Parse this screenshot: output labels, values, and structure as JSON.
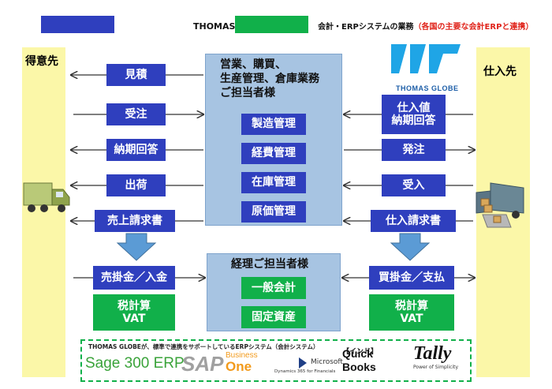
{
  "legend": {
    "thomas": "THOMAS GLOBE の業務",
    "erp": "会計・ERPシステムの業務",
    "erp_note": "（各国の主要な会計ERPと連携）",
    "thomas_color": "#2f3fbe",
    "erp_color": "#11b04a"
  },
  "customer": "得意先",
  "supplier": "仕入先",
  "logo": "THOMAS GLOBE",
  "center_top": {
    "title_lines": [
      "営業、購買、",
      "生産管理、倉庫業務",
      "ご担当者様"
    ],
    "modules": [
      "製造管理",
      "経費管理",
      "在庫管理",
      "原価管理"
    ]
  },
  "center_bottom": {
    "title": "経理ご担当者様",
    "modules": [
      "一般会計",
      "固定資産"
    ]
  },
  "left_flow": [
    "見積",
    "受注",
    "納期回答",
    "出荷",
    "売上請求書"
  ],
  "left_bottom": {
    "ar": "売掛金／入金",
    "tax": [
      "税計算",
      "VAT"
    ]
  },
  "right_flow": [
    [
      "仕入値",
      "納期回答"
    ],
    "発注",
    "受入",
    "仕入請求書"
  ],
  "right_bottom": {
    "ap": "買掛金／支払",
    "tax": [
      "税計算",
      "VAT"
    ]
  },
  "erp_box": {
    "caption": "THOMAS GLOBEが、標準で連携をサポートしているERPシステム（会計システム）",
    "sage": "Sage 300 ERP",
    "sap": "SAP",
    "sap_sub1": "Business",
    "sap_sub2": "One",
    "ms": "Microsoft",
    "ms_sub": "Dynamics 365 for Financials",
    "qb1": "Quick",
    "qb2": "Books",
    "india": "【インド】",
    "tally": "Tally",
    "tally_sub": "Power of Simplicity"
  },
  "icons": [
    "truck-icon",
    "delivery-truck-icon",
    "arrow-down-icon"
  ]
}
